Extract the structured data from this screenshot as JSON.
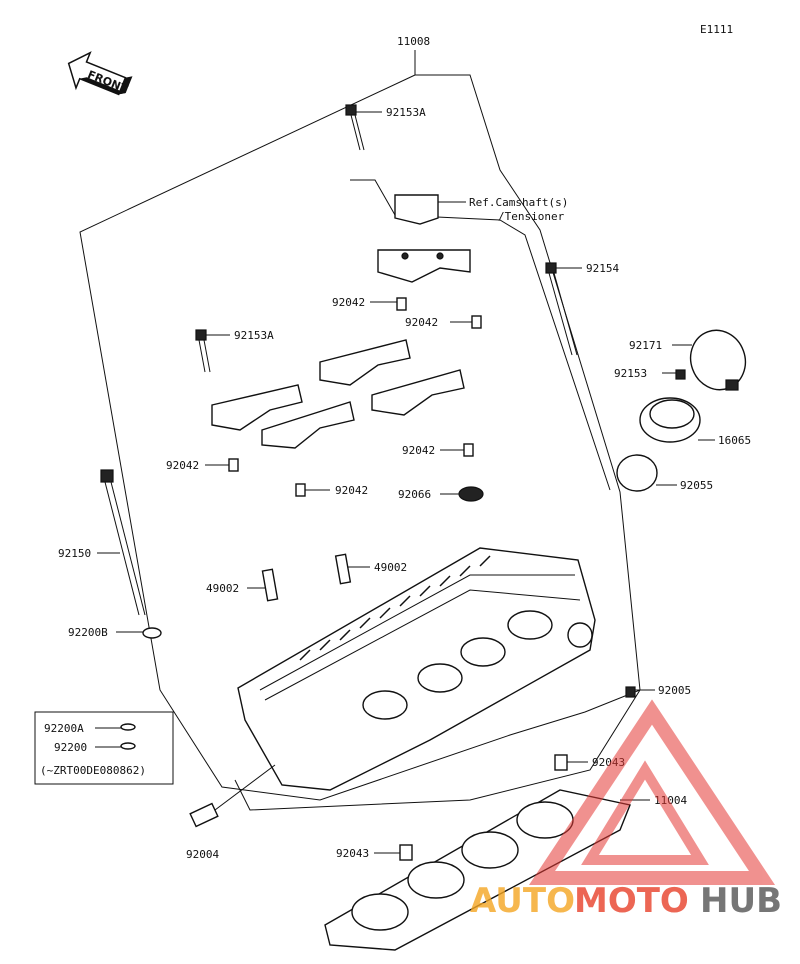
{
  "diagram": {
    "code": "E1111",
    "front_label": "FRONT",
    "parts": {
      "p11008": "11008",
      "p92153A_top": "92153A",
      "ref_line1": "Ref.Camshaft(s)",
      "ref_line2": "/Tensioner",
      "p92154": "92154",
      "p92042_a": "92042",
      "p92042_b": "92042",
      "p92153A_left": "92153A",
      "p92171": "92171",
      "p92153": "92153",
      "p16065": "16065",
      "p92042_c": "92042",
      "p92042_d": "92042",
      "p92042_e": "92042",
      "p92066": "92066",
      "p92055": "92055",
      "p92150": "92150",
      "p49002_a": "49002",
      "p49002_b": "49002",
      "p92200B": "92200B",
      "p92005": "92005",
      "p92200A": "92200A",
      "p92200": "92200",
      "box_note": "(~ZRT00DE080862)",
      "p92043_a": "92043",
      "p11004": "11004",
      "p92004": "92004",
      "p92043_b": "92043"
    }
  },
  "watermark": {
    "text_auto": "AUTO",
    "text_moto": "MOTO",
    "text_hub": "HUB",
    "color_auto": "#f5a623",
    "color_moto": "#e8402a",
    "color_hub": "#555555",
    "triangle_color": "#e53935"
  }
}
